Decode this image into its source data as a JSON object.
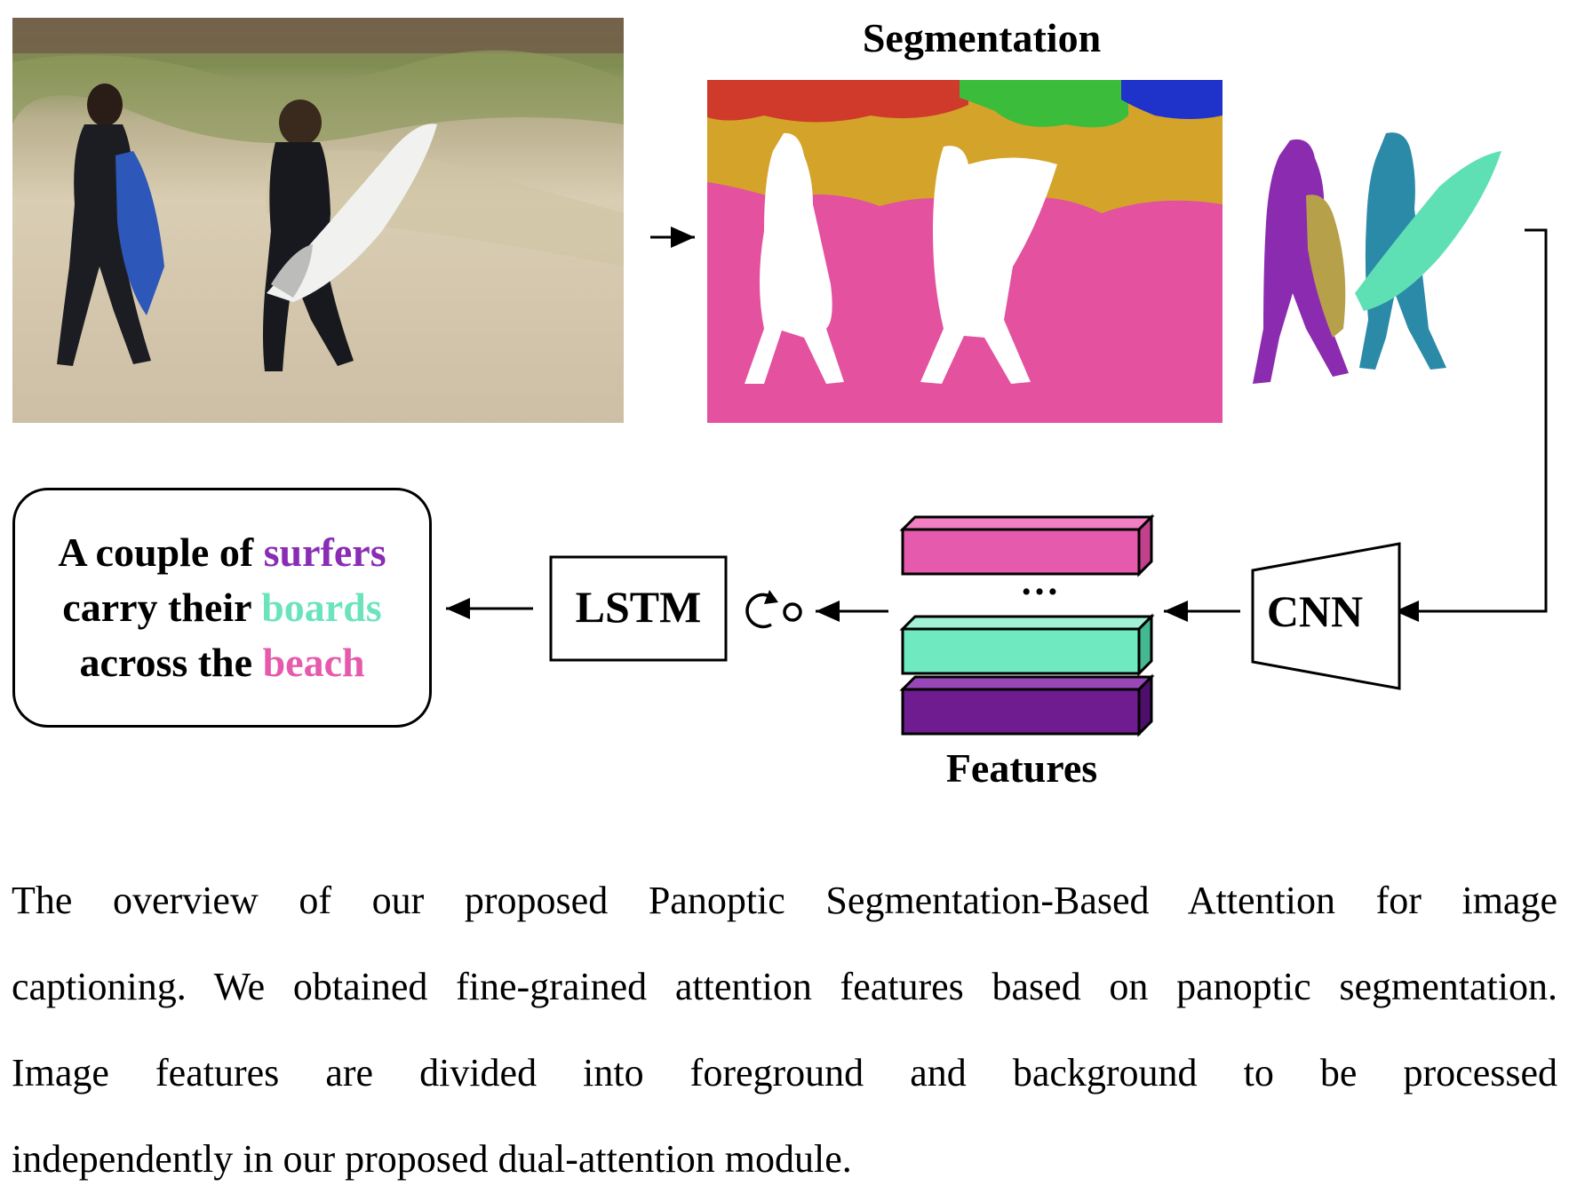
{
  "labels": {
    "segmentation": "Segmentation",
    "features": "Features",
    "lstm": "LSTM",
    "cnn": "CNN",
    "ellipsis": "…"
  },
  "caption_lines": [
    [
      {
        "text": "A couple of ",
        "color": "#000000"
      },
      {
        "text": "surfers",
        "color": "#8a2db5"
      }
    ],
    [
      {
        "text": "carry their ",
        "color": "#000000"
      },
      {
        "text": "boards",
        "color": "#6be3bd"
      }
    ],
    [
      {
        "text": "across the ",
        "color": "#000000"
      },
      {
        "text": "beach",
        "color": "#e65aad"
      }
    ]
  ],
  "description_lines": [
    "The overview of our proposed Panoptic Segmentation-Based Attention for image",
    "captioning. We obtained fine-grained attention features based on panoptic segmentation.",
    "Image features are divided into foreground and background to be processed",
    "independently in our proposed dual-attention module."
  ],
  "colors": {
    "feature_pink": "#e65aad",
    "feature_teal": "#6fe9bf",
    "feature_purple": "#6f1c91",
    "seg_pink": "#e3519f",
    "seg_yellow": "#d4a32a",
    "seg_red": "#cf3a2a",
    "seg_green": "#3bbd3b",
    "seg_blue": "#1f32c9",
    "person1": "#8b2bb0",
    "person2": "#2a8aa8",
    "board2": "#5fe0b4",
    "board1": "#b7a04a"
  }
}
